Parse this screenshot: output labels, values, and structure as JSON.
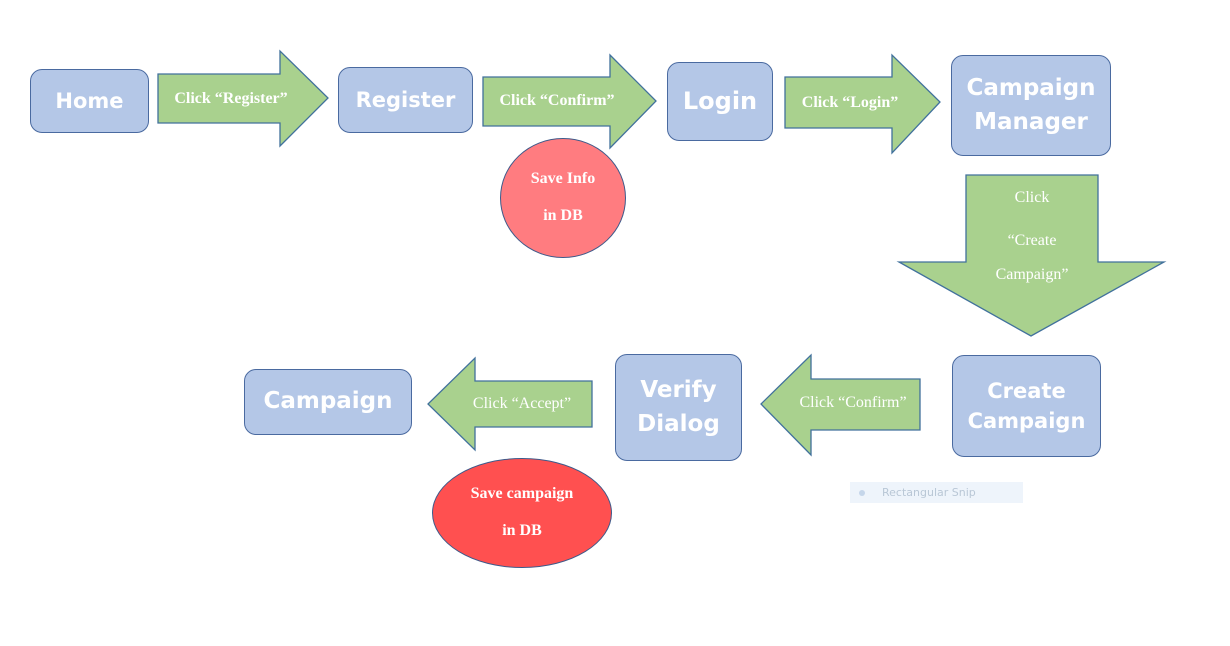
{
  "colors": {
    "box_fill": "#b4c7e7",
    "box_border": "#4a6aa0",
    "arrow_fill": "#a9d18e",
    "arrow_border": "#41719c",
    "db_circle_light": "#ff7c80",
    "db_circle_dark": "#ff5050"
  },
  "nodes": {
    "home": "Home",
    "register": "Register",
    "login": "Login",
    "campaign_manager": [
      "Campaign",
      "Manager"
    ],
    "create_campaign": [
      "Create",
      "Campaign"
    ],
    "verify_dialog": [
      "Verify",
      "Dialog"
    ],
    "campaign": "Campaign"
  },
  "arrows": {
    "click_register": "Click “Register”",
    "click_confirm_top": "Click “Confirm”",
    "click_login": "Click “Login”",
    "click_create_campaign": [
      "Click",
      "“Create",
      "Campaign”"
    ],
    "click_confirm_bottom": "Click “Confirm”",
    "click_accept": "Click “Accept”"
  },
  "db_actions": {
    "save_info": [
      "Save Info",
      "in DB"
    ],
    "save_campaign": [
      "Save campaign",
      "in DB"
    ]
  },
  "overlay": {
    "icon": "snip-icon",
    "label": "Rectangular Snip"
  }
}
